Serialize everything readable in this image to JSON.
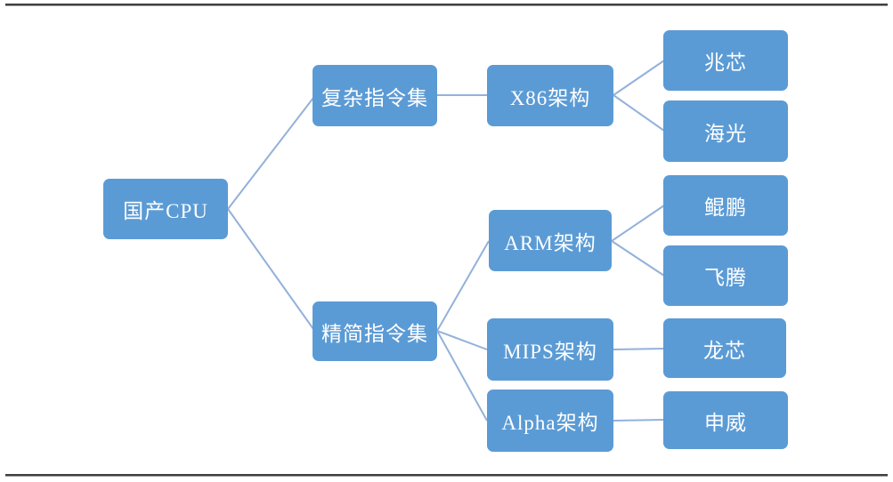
{
  "colors": {
    "node_fill": "#5b9bd5",
    "node_text": "#ffffff",
    "connector": "#93b1da",
    "rule_line": "#3f3f3f",
    "background": "#ffffff"
  },
  "nodes": {
    "root": {
      "label": "国产CPU"
    },
    "cisc": {
      "label": "复杂指令集"
    },
    "risc": {
      "label": "精简指令集"
    },
    "x86": {
      "label": "X86架构"
    },
    "arm": {
      "label": "ARM架构"
    },
    "mips": {
      "label": "MIPS架构"
    },
    "alpha": {
      "label": "Alpha架构"
    },
    "zhaoxin": {
      "label": "兆芯"
    },
    "hygon": {
      "label": "海光"
    },
    "kunpeng": {
      "label": "鲲鹏"
    },
    "phytium": {
      "label": "飞腾"
    },
    "loongson": {
      "label": "龙芯"
    },
    "sunway": {
      "label": "申威"
    }
  },
  "edges": [
    {
      "from": "国产CPU",
      "to": "复杂指令集"
    },
    {
      "from": "国产CPU",
      "to": "精简指令集"
    },
    {
      "from": "复杂指令集",
      "to": "X86架构"
    },
    {
      "from": "X86架构",
      "to": "兆芯"
    },
    {
      "from": "X86架构",
      "to": "海光"
    },
    {
      "from": "精简指令集",
      "to": "ARM架构"
    },
    {
      "from": "精简指令集",
      "to": "MIPS架构"
    },
    {
      "from": "精简指令集",
      "to": "Alpha架构"
    },
    {
      "from": "ARM架构",
      "to": "鲲鹏"
    },
    {
      "from": "ARM架构",
      "to": "飞腾"
    },
    {
      "from": "MIPS架构",
      "to": "龙芯"
    },
    {
      "from": "Alpha架构",
      "to": "申威"
    }
  ]
}
